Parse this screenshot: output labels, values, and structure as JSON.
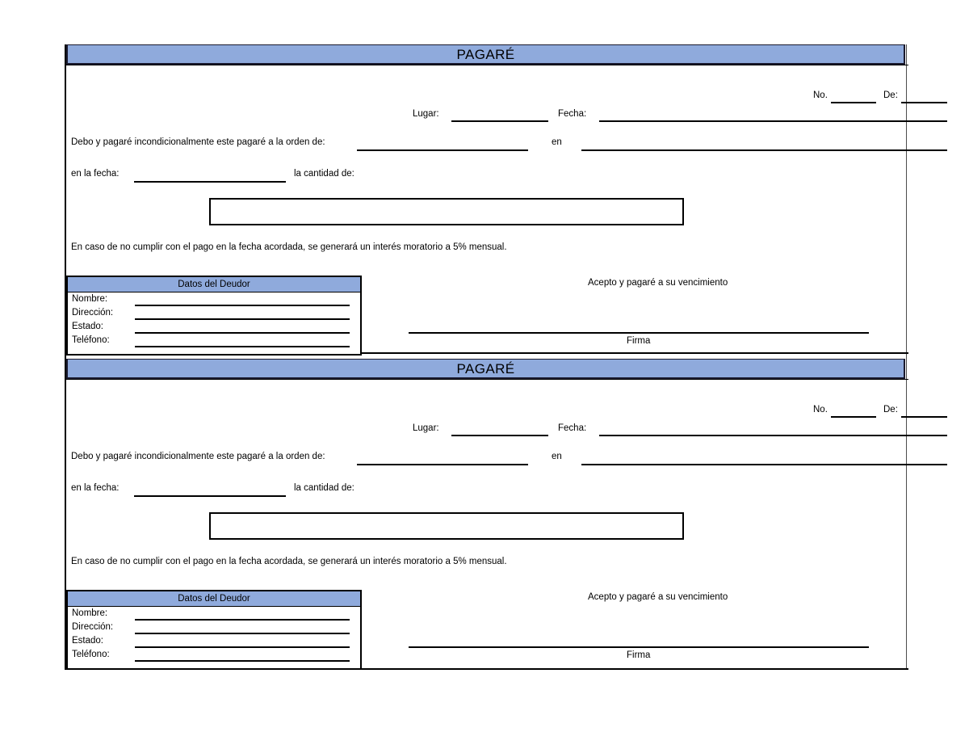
{
  "document": {
    "type": "pagare-form",
    "copies": 2,
    "colors": {
      "header_blue": "#8FAADC",
      "border_black": "#000000",
      "border_gray": "#4D4D4D",
      "page_background": "#FFFFFF"
    }
  },
  "labels": {
    "title": "PAGARÉ",
    "no": "No.",
    "de": "De:",
    "lugar": "Lugar:",
    "fecha": "Fecha:",
    "orden_de": "Debo y pagaré incondicionalmente este pagaré a la orden de:",
    "en": "en",
    "en_la_fecha": "en la fecha:",
    "la_cantidad_de": "la cantidad de:",
    "interes_clause": "En caso de no cumplir con el pago en la fecha acordada, se generará un interés moratorio a 5% mensual.",
    "datos_del_deudor": "Datos del Deudor",
    "nombre": "Nombre:",
    "direccion": "Dirección:",
    "estado": "Estado:",
    "telefono": "Teléfono:",
    "acepto": "Acepto y pagaré a su vencimiento",
    "firma": "Firma"
  },
  "fields": {
    "no_value": "",
    "de_value": "",
    "lugar_value": "",
    "fecha_value": "",
    "orden_de_value": "",
    "en_value": "",
    "en_la_fecha_value": "",
    "cantidad_value": "",
    "nombre_value": "",
    "direccion_value": "",
    "estado_value": "",
    "telefono_value": "",
    "firma_value": ""
  },
  "debtor_rows": [
    {
      "label": "Nombre:",
      "value": ""
    },
    {
      "label": "Dirección:",
      "value": ""
    },
    {
      "label": "Estado:",
      "value": ""
    },
    {
      "label": "Teléfono:",
      "value": ""
    }
  ]
}
